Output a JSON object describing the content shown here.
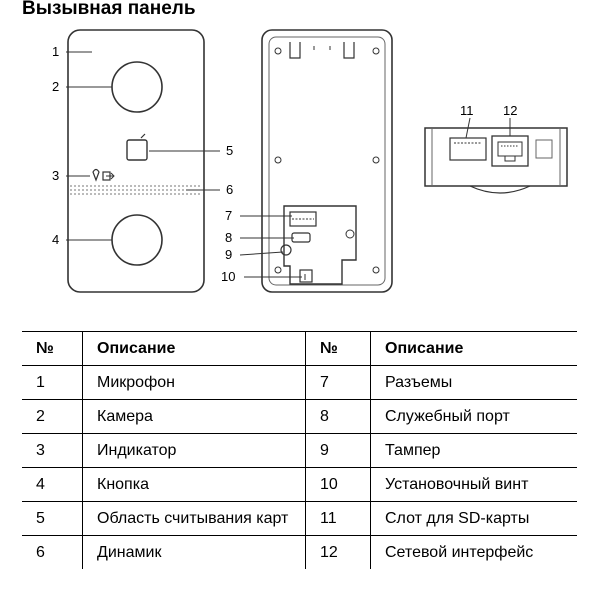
{
  "title": "Вызывная панель",
  "callouts": {
    "c1": "1",
    "c2": "2",
    "c3": "3",
    "c4": "4",
    "c5": "5",
    "c6": "6",
    "c7": "7",
    "c8": "8",
    "c9": "9",
    "c10": "10",
    "c11": "11",
    "c12": "12"
  },
  "table": {
    "headers": [
      "№",
      "Описание",
      "№",
      "Описание"
    ],
    "rows": [
      [
        "1",
        "Микрофон",
        "7",
        "Разъемы"
      ],
      [
        "2",
        "Камера",
        "8",
        "Служебный порт"
      ],
      [
        "3",
        "Индикатор",
        "9",
        "Тампер"
      ],
      [
        "4",
        "Кнопка",
        "10",
        "Установочный винт"
      ],
      [
        "5",
        "Область считывания карт",
        "11",
        "Слот для SD-карты"
      ],
      [
        "6",
        "Динамик",
        "12",
        "Сетевой интерфейс"
      ]
    ]
  }
}
